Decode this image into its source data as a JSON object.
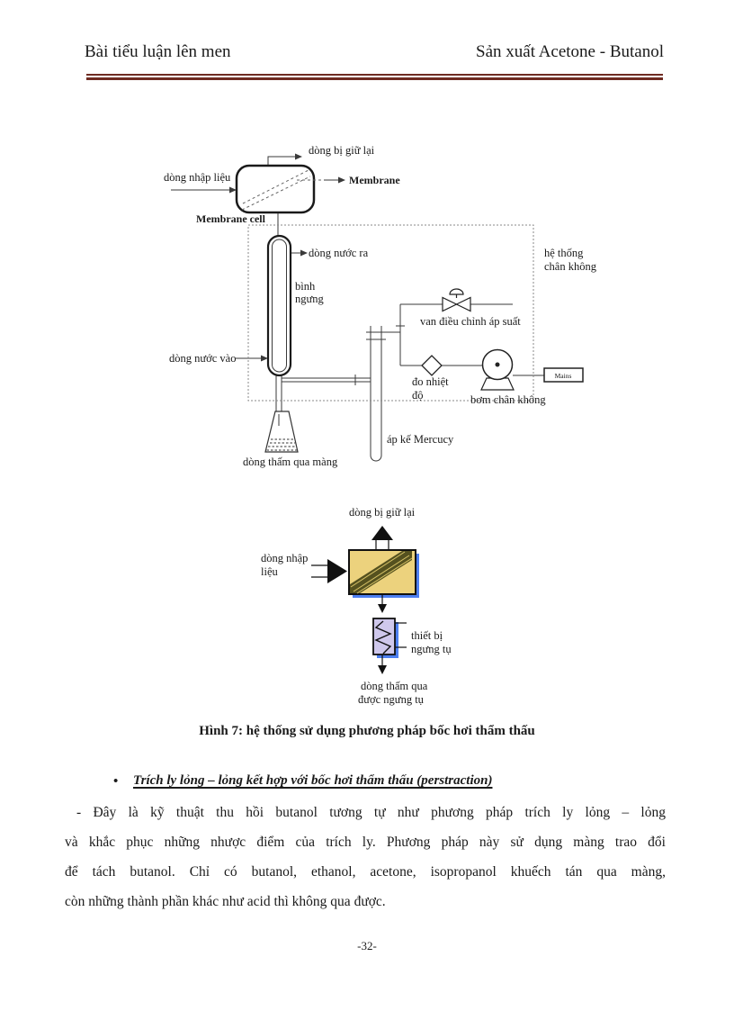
{
  "header": {
    "left": "Bài tiểu luận lên men",
    "right": "Sản xuất Acetone - Butanol",
    "rule_color": "#6f2b22"
  },
  "diagram1": {
    "feed": "dòng nhập liệu",
    "retentate": "dòng bị giữ lại",
    "membrane": "Membrane",
    "membrane_cell": "Membrane cell",
    "water_out": "dòng nước ra",
    "condenser_line1": "bình",
    "condenser_line2": "ngưng",
    "vacuum_line1": "hệ thống",
    "vacuum_line2": "chân không",
    "valve": "van điều chỉnh áp suất",
    "water_in": "dòng nước vào",
    "temp_line1": "đo nhiệt",
    "temp_line2": "độ",
    "pump": "bơm chân không",
    "mains": "Mains",
    "manometer": "áp kế Mercucy",
    "permeate": "dòng thấm qua màng"
  },
  "diagram2": {
    "retentate": "dòng bị giữ lại",
    "feed_line1": "dòng nhập",
    "feed_line2": "liệu",
    "condenser_line1": "thiết bị",
    "condenser_line2": "ngưng tụ",
    "permeate_line1": "dòng thấm qua",
    "permeate_line2": "được ngưng tụ",
    "colors": {
      "membrane_fill": "#ecd27d",
      "membrane_band": "#55511f",
      "shadow_blue": "#4d7ff0",
      "condenser_fill": "#cfc8ec"
    }
  },
  "caption": "Hình 7: hệ thống sử dụng phương pháp bốc hơi thẩm thấu",
  "section": {
    "bullet": "•",
    "heading": "Trích ly lỏng – lỏng kết hợp với bốc hơi thẩm thấu (perstraction)"
  },
  "paragraph": {
    "line1": "- Đây là kỹ thuật thu hồi butanol tương tự như phương pháp trích ly lỏng – lỏng",
    "line2": "và khắc phục những nhược điểm của trích ly. Phương pháp này sử dụng màng trao đổi",
    "line3": "để tách butanol. Chỉ có butanol, ethanol, acetone, isopropanol khuếch tán qua màng,",
    "line4": "còn những thành phần khác như acid thì không qua được."
  },
  "page_number": "-32-"
}
